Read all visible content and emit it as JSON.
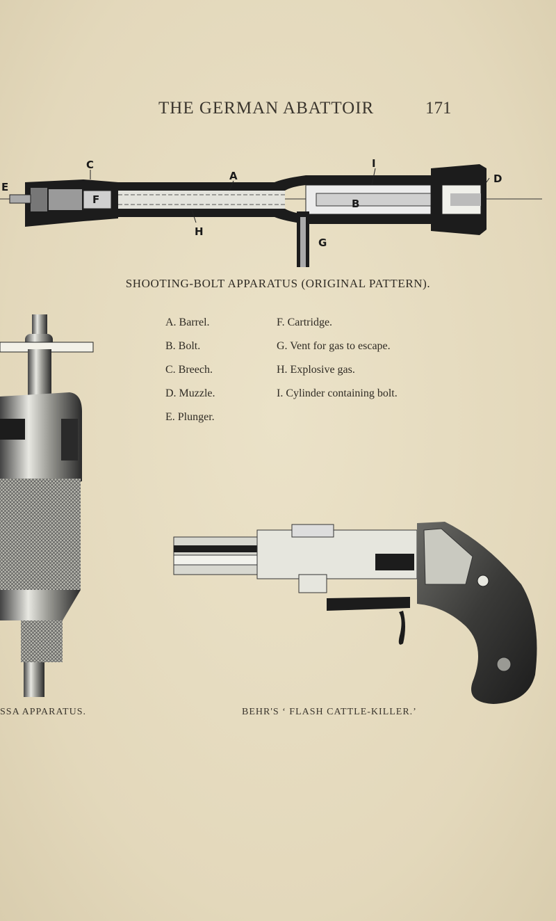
{
  "header": {
    "title": "THE GERMAN ABATTOIR",
    "page_number": "171"
  },
  "figure1": {
    "caption": "SHOOTING-BOLT APPARATUS (ORIGINAL PATTERN).",
    "part_letters": {
      "c": "C",
      "a": "A",
      "i": "I",
      "d": "D",
      "e": "E",
      "f": "F",
      "b": "B",
      "h": "H",
      "g": "G"
    }
  },
  "legend": {
    "left": [
      "A. Barrel.",
      "B. Bolt.",
      "C. Breech.",
      "D. Muzzle.",
      "E. Plunger."
    ],
    "right": [
      "F. Cartridge.",
      "G. Vent for gas to escape.",
      "H. Explosive gas.",
      "I. Cylinder containing bolt."
    ]
  },
  "figure_left": {
    "caption": "SSA APPARATUS."
  },
  "figure_right": {
    "caption": "BEHR'S ‘ FLASH CATTLE-KILLER.’"
  }
}
